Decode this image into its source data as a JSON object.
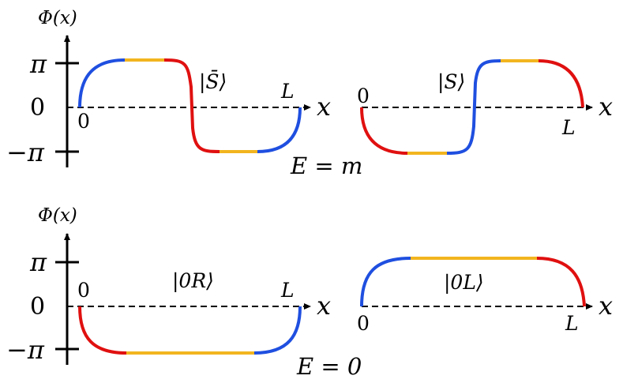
{
  "colors": {
    "axis": "#000000",
    "blue": "#1f4fe0",
    "yellow": "#f2b51f",
    "red": "#e01010"
  },
  "top": {
    "y_axis_label": "Φ(x)",
    "ticks": {
      "pi": "π",
      "zero": "0",
      "minus_pi": "−π"
    },
    "left": {
      "ket": "|S̄⟩",
      "origin": "0",
      "end": "L",
      "axis": "x"
    },
    "right": {
      "ket": "|S⟩",
      "origin": "0",
      "end": "L",
      "axis": "x"
    },
    "energy": "E = m"
  },
  "bottom": {
    "y_axis_label": "Φ(x)",
    "ticks": {
      "pi": "π",
      "zero": "0",
      "minus_pi": "−π"
    },
    "left": {
      "ket": "|0R⟩",
      "origin": "0",
      "end": "L",
      "axis": "x"
    },
    "right": {
      "ket": "|0L⟩",
      "origin": "0",
      "end": "L",
      "axis": "x"
    },
    "energy": "E = 0"
  }
}
